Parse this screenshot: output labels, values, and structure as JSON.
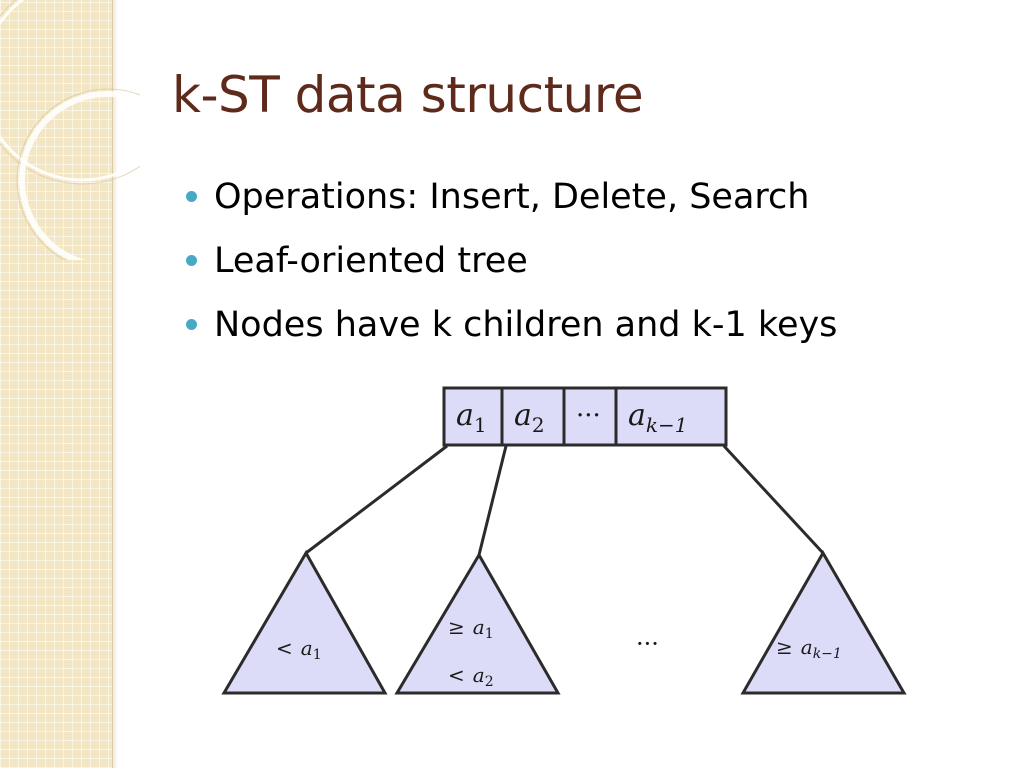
{
  "slide": {
    "title": "k-ST data structure",
    "bullets": [
      "Operations: Insert, Delete, Search",
      "Leaf-oriented tree",
      "Nodes have k children and k-1 keys"
    ]
  },
  "diagram": {
    "node_keys": [
      {
        "base": "a",
        "sub": "1"
      },
      {
        "base": "a",
        "sub": "2"
      },
      {
        "base": "···",
        "sub": ""
      },
      {
        "base": "a",
        "sub": "k−1"
      }
    ],
    "subtrees": [
      {
        "line1_rel": "<",
        "line1_base": "a",
        "line1_sub": "1",
        "line2_rel": "",
        "line2_base": "",
        "line2_sub": ""
      },
      {
        "line1_rel": "≥",
        "line1_base": "a",
        "line1_sub": "1",
        "line2_rel": "<",
        "line2_base": "a",
        "line2_sub": "2"
      },
      {
        "line1_rel": "≥",
        "line1_base": "a",
        "line1_sub": "k−1",
        "line2_rel": "",
        "line2_base": "",
        "line2_sub": ""
      }
    ],
    "gap_ellipsis": "···",
    "colors": {
      "node_fill": "#dcdcf8",
      "triangle_fill": "#dcdcf8",
      "stroke": "#2b2b2b"
    }
  },
  "theme": {
    "title_color": "#5e2a1c",
    "bullet_color": "#4aa8c7",
    "side_panel_color": "#f3e6c4"
  }
}
